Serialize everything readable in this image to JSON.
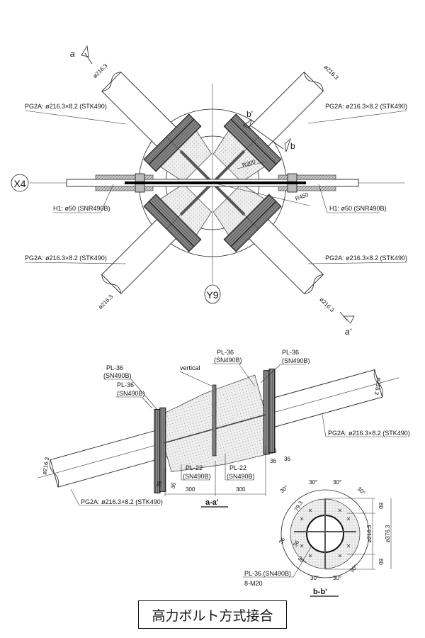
{
  "plan": {
    "grid_x": "X4",
    "grid_y": "Y9",
    "brace_label": "PG2A: ø216.3×8.2 (STK490)",
    "rod_label": "H1: ø50 (SNR490B)",
    "tube_dia": "ø216.3",
    "radius_inner": "R300",
    "radius_outer": "R450",
    "section_a": "a",
    "section_a2": "a'",
    "section_b": "b",
    "section_b2": "b'"
  },
  "section_aa": {
    "title": "a-a'",
    "vertical": "vertical",
    "plate36": "PL-36",
    "plate22": "PL-22",
    "material": "(SN490B)",
    "brace_label": "PG2A: ø216.3×8.2 (STK490)",
    "tube_dia": "ø216.3",
    "dim_300": "300",
    "dim_36": "36"
  },
  "section_bb": {
    "title": "b-b'",
    "angle": "30°",
    "dim_79": "79.3",
    "dim_36": "36",
    "dim_80": "80",
    "dia_inner": "ø216.3",
    "dia_outer": "ø376.3",
    "plate_label": "PL-36 (SN490B)",
    "bolts": "8-M20"
  },
  "caption": "高力ボルト方式接合"
}
